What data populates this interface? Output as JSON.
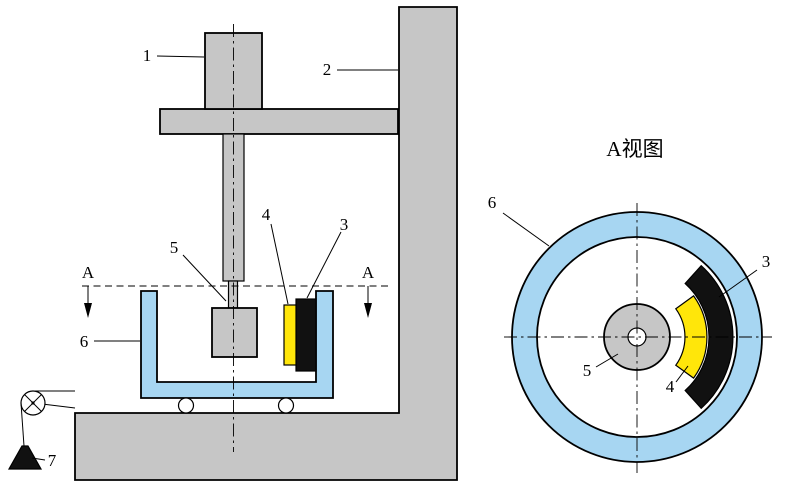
{
  "figure": {
    "view_label": "A视图",
    "section_letter": "A",
    "parts": {
      "1": "1",
      "2": "2",
      "3": "3",
      "4": "4",
      "5": "5",
      "6": "6",
      "7": "7"
    }
  },
  "colors": {
    "metal": "#c6c6c6",
    "container": "#a7d6f2",
    "pad": "#111111",
    "specimen": "#ffe60a",
    "outline": "#000000",
    "background": "#ffffff"
  }
}
